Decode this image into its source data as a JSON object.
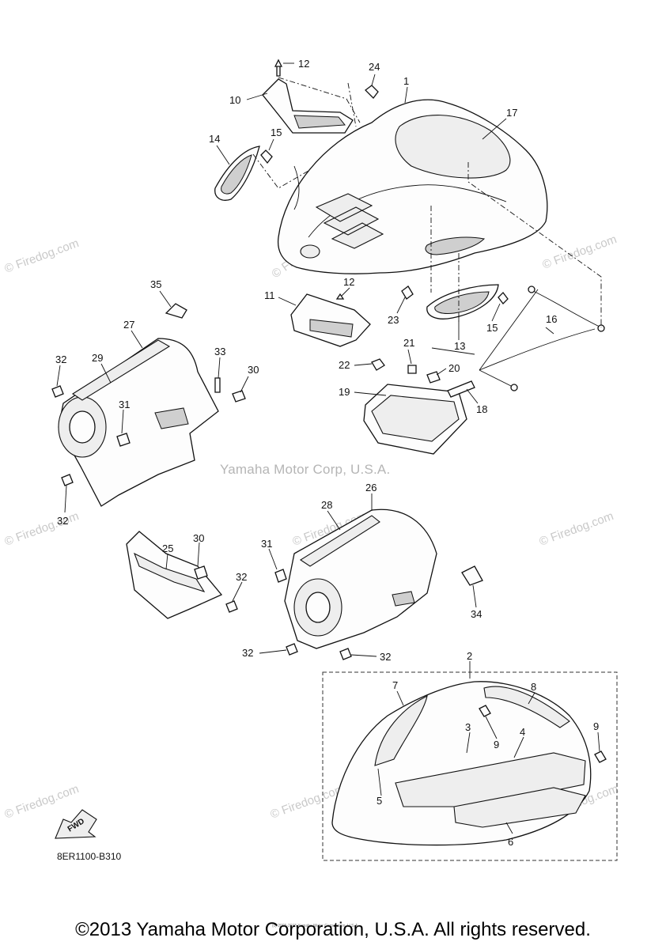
{
  "diagram_code": "8ER1100-B310",
  "center_watermark": "Yamaha Motor Corp, U.S.A.",
  "side_watermark": "© Firedog.com",
  "tiny_credit": "(c) 2005-2015 Yamaha Motor Corporation, U.S.A.",
  "footer": "©2013 Yamaha Motor Corporation, U.S.A. All rights reserved.",
  "fwd_label": "FWD",
  "callouts": {
    "c1": "1",
    "c2": "2",
    "c3": "3",
    "c4": "4",
    "c5": "5",
    "c6": "6",
    "c7": "7",
    "c8": "8",
    "c9a": "9",
    "c9b": "9",
    "c10": "10",
    "c11": "11",
    "c12a": "12",
    "c12b": "12",
    "c13": "13",
    "c14": "14",
    "c15a": "15",
    "c15b": "15",
    "c16": "16",
    "c17": "17",
    "c18": "18",
    "c19": "19",
    "c20": "20",
    "c21": "21",
    "c22": "22",
    "c23": "23",
    "c24": "24",
    "c25": "25",
    "c26": "26",
    "c27": "27",
    "c28": "28",
    "c29": "29",
    "c30a": "30",
    "c30b": "30",
    "c31a": "31",
    "c31b": "31",
    "c32a": "32",
    "c32b": "32",
    "c32c": "32",
    "c32d": "32",
    "c32e": "32",
    "c33": "33",
    "c34": "34",
    "c35": "35"
  }
}
